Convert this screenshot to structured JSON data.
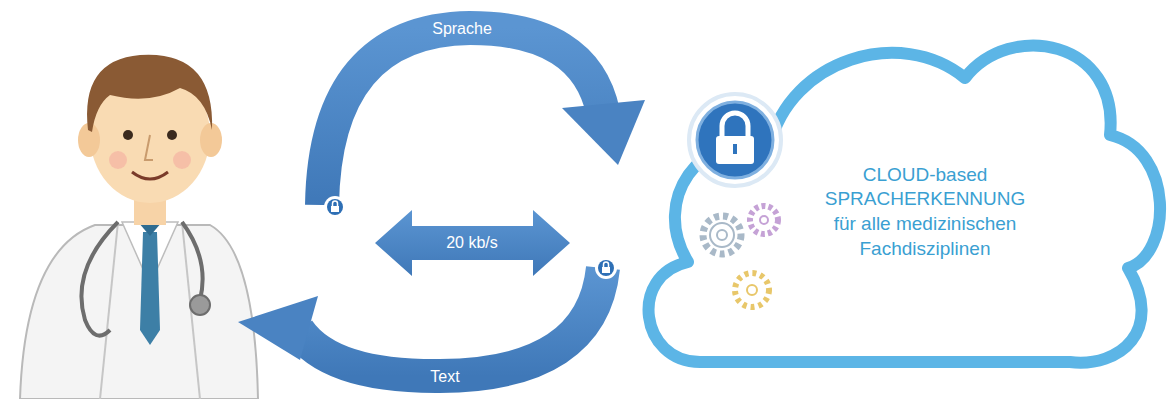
{
  "diagram": {
    "nodes": [
      {
        "text": [
          "CLOUD-based SPRACHERKENNUNG für alle medizinischen Fachdisziplinen"
        ]
      }
    ],
    "labels": [
      "Sprache",
      "20 kb/s",
      "Text"
    ]
  }
}
